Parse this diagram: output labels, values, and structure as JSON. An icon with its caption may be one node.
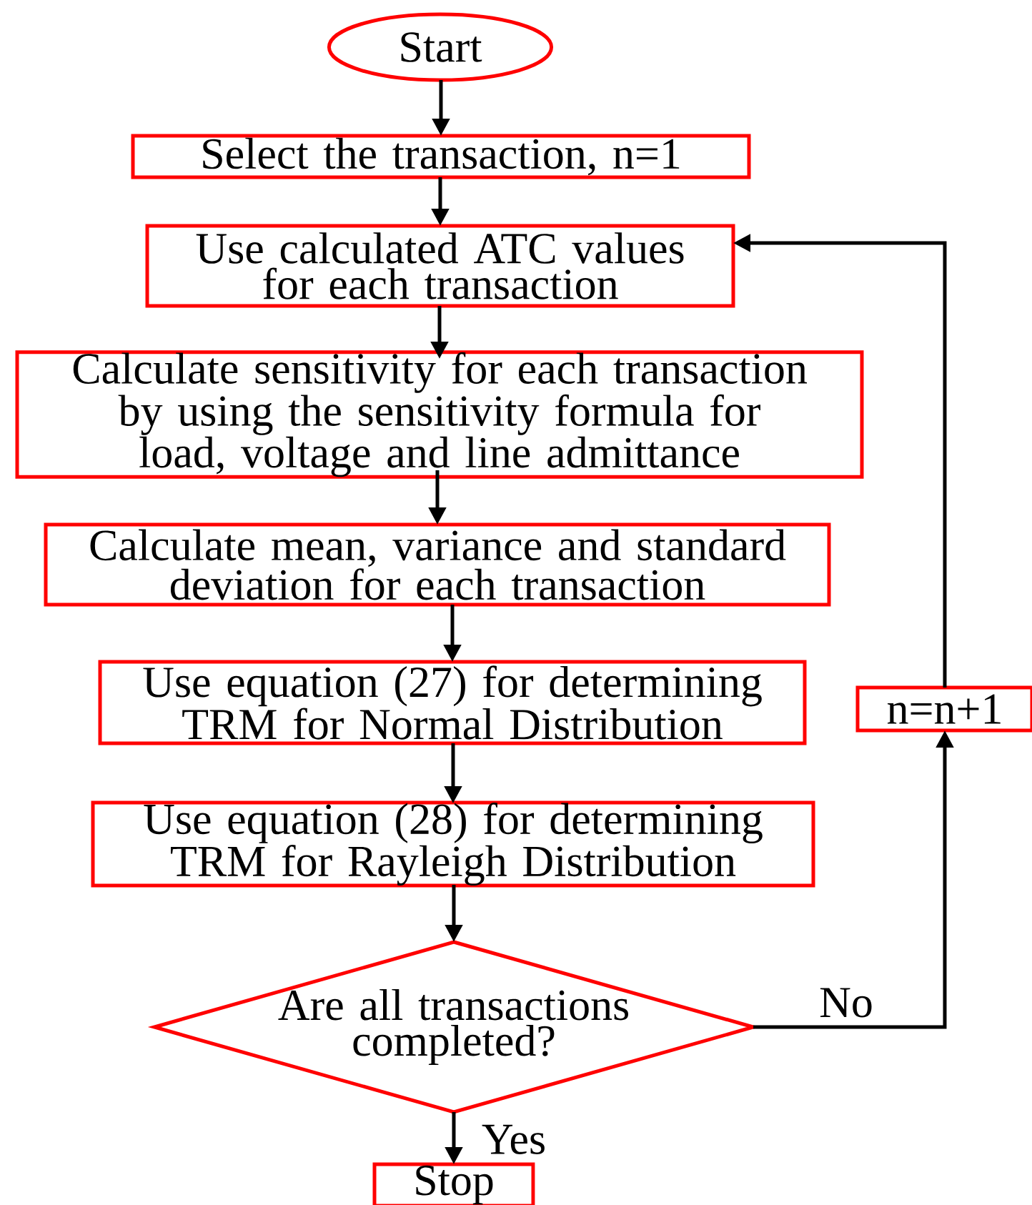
{
  "diagram": {
    "nodes": [
      {
        "text": [
          "Start"
        ]
      },
      {
        "text": [
          "Select the transaction, n=1"
        ]
      },
      {
        "text": [
          "Use calculated ATC values for each transaction"
        ]
      },
      {
        "text": [
          "Calculate sensitivity for each transaction by using the sensitivity formula for load, voltage and line admittance"
        ]
      },
      {
        "text": [
          "Calculate mean, variance and standard deviation for each transaction"
        ]
      },
      {
        "text": [
          "Use equation (27) for determining TRM for Normal Distribution"
        ]
      },
      {
        "text": [
          "Use equation (28) for determining TRM for Rayleigh Distribution"
        ]
      },
      {
        "text": [
          "Are all transactions completed?"
        ]
      },
      {
        "text": [
          "Stop"
        ]
      },
      {
        "text": [
          "n=n+1"
        ]
      }
    ],
    "edges": [
      {
        "from": 0,
        "to": 1,
        "arrow": "to"
      },
      {
        "from": 1,
        "to": 2,
        "arrow": "to"
      },
      {
        "from": 2,
        "to": 3,
        "arrow": "to"
      },
      {
        "from": 3,
        "to": 4,
        "arrow": "to"
      },
      {
        "from": 4,
        "to": 5,
        "arrow": "to"
      },
      {
        "from": 5,
        "to": 6,
        "arrow": "to"
      },
      {
        "from": 6,
        "to": 7,
        "arrow": "to"
      },
      {
        "from": 7,
        "to": 8,
        "arrow": "to",
        "label": "Yes"
      },
      {
        "from": 7,
        "to": 9,
        "arrow": "to",
        "label": "No"
      },
      {
        "from": 9,
        "to": 2,
        "arrow": "to"
      }
    ]
  }
}
